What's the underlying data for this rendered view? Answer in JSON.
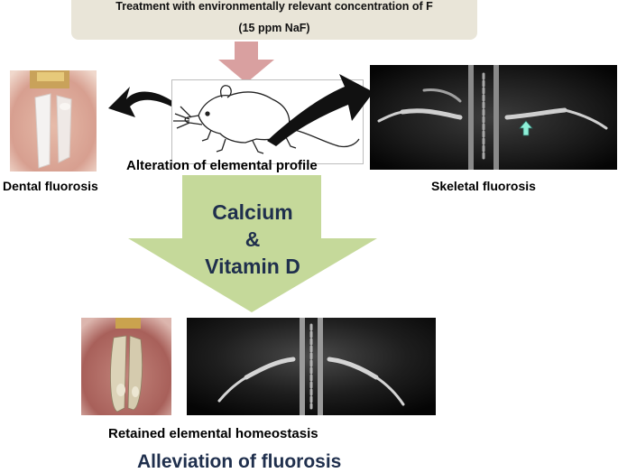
{
  "treatment": {
    "line1": "Treatment with environmentally relevant concentration of F",
    "line2": "(15 ppm NaF)"
  },
  "labels": {
    "alteration": "Alteration of elemental profile",
    "dental": "Dental fluorosis",
    "skeletal": "Skeletal fluorosis",
    "retained": "Retained elemental homeostasis",
    "alleviation": "Alleviation of fluorosis"
  },
  "intervention": {
    "line1": "Calcium",
    "line2": "&",
    "line3": "Vitamin D"
  },
  "colors": {
    "treatment_box": "#e9e5d8",
    "small_arrow": "#d9a0a0",
    "big_arrow": "#c5d99a",
    "title_text": "#1f2f4d",
    "marker_arrow": "#8ef0d8"
  },
  "icons": {
    "mouse": "mouse-drawing",
    "left_arrow": "curved-arrow-left",
    "right_arrow": "curved-arrow-right",
    "marker": "up-arrow-marker"
  }
}
